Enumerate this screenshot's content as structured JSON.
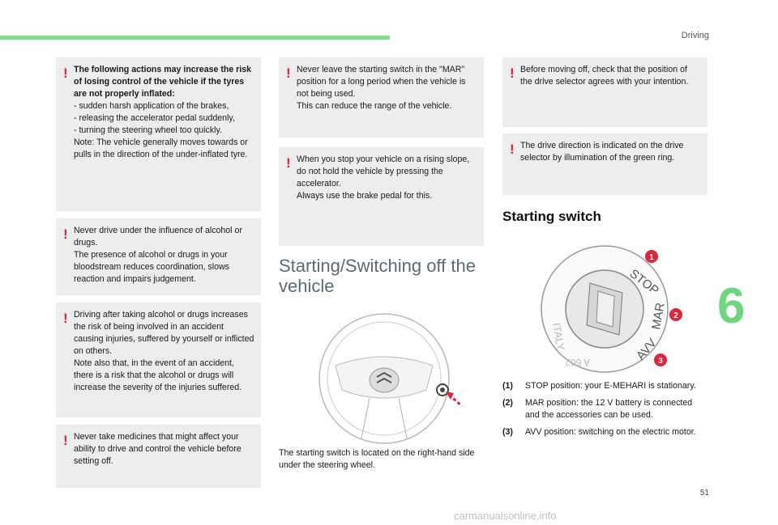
{
  "header": {
    "section": "Driving"
  },
  "footer": {
    "page_number": "51",
    "chapter": "6",
    "watermark": "carmanualsonline.info"
  },
  "left_column": {
    "box1": {
      "bold_intro": "The following actions may increase the risk of losing control of the vehicle if the tyres are not properly inflated:",
      "items": [
        "- sudden harsh application of the brakes,",
        "- releasing the accelerator pedal suddenly,",
        "- turning the steering wheel too quickly."
      ],
      "note": "Note: The vehicle generally moves towards or pulls in the direction of the under-inflated tyre."
    },
    "box2": {
      "p1": "Never drive under the influence of alcohol or drugs.",
      "p2": "The presence of alcohol or drugs in your bloodstream reduces coordination, slows reaction and impairs judgement."
    },
    "box3": {
      "p1": "Driving after taking alcohol or drugs increases the risk of being involved in an accident causing injuries, suffered by yourself or inflicted on others.",
      "p2": "Note also that, in the event of an accident, there is a risk that the alcohol or drugs will increase the severity of the injuries suffered."
    },
    "box4": {
      "p1": "Never take medicines that might affect your ability to drive and control the vehicle before setting off."
    }
  },
  "middle_column": {
    "box1": {
      "p1": "Never leave the starting switch in the \"MAR\" position for a long period when the vehicle is not being used.",
      "p2": "This can reduce the range of the vehicle."
    },
    "box2": {
      "p1": "When you stop your vehicle on a rising slope, do not hold the vehicle by pressing the accelerator.",
      "p2": "Always use the brake pedal for this."
    },
    "heading": "Starting/Switching off the vehicle",
    "caption": "The starting switch is located on the right-hand side under the steering wheel."
  },
  "right_column": {
    "box1": {
      "p1": "Before moving off, check that the position of the drive selector agrees with your intention."
    },
    "box2": {
      "p1": "The drive direction is indicated on the drive selector by illumination of the green ring."
    },
    "heading": "Starting switch",
    "switch_labels": {
      "stop": "STOP",
      "mar": "MAR",
      "avv": "AVV",
      "italy": "ITALY",
      "code": "A 602",
      "callouts": [
        "1",
        "2",
        "3"
      ]
    },
    "legend": [
      {
        "num": "(1)",
        "text": "STOP position: your E-MEHARI is stationary."
      },
      {
        "num": "(2)",
        "text": "MAR position: the 12 V battery is connected and the accessories can be used."
      },
      {
        "num": "(3)",
        "text": "AVV position: switching on the electric motor."
      }
    ]
  },
  "colors": {
    "accent_green": "#7ee08a",
    "warning_red": "#e2233a",
    "box_grey": "#eceeee"
  }
}
